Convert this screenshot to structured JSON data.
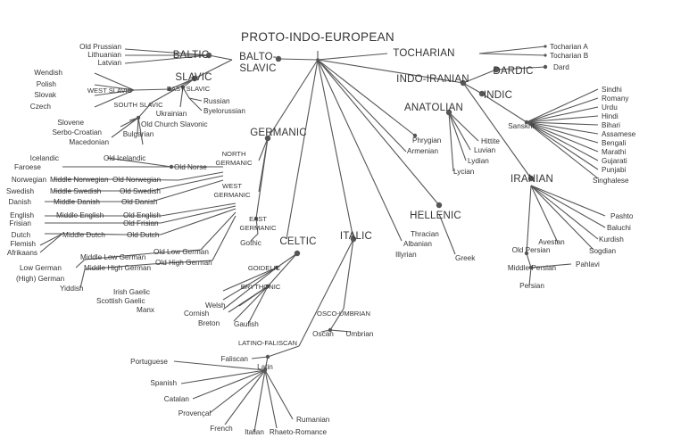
{
  "diagram": {
    "nodes": {
      "pie": "PROTO-INDO-EUROPEAN",
      "baltic": "BALTIC",
      "balto_slavic_1": "BALTO-",
      "balto_slavic_2": "SLAVIC",
      "slavic": "SLAVIC",
      "old_prussian": "Old Prussian",
      "lithuanian": "Lithuanian",
      "latvian": "Latvian",
      "west_slavic": "WEST SLAVIC",
      "wendish": "Wendish",
      "polish": "Polish",
      "slovak": "Slovak",
      "czech": "Czech",
      "east_slavic": "EAST SLAVIC",
      "russian": "Russian",
      "byelorussian": "Byelorussian",
      "ukrainian": "Ukrainian",
      "south_slavic": "SOUTH SLAVIC",
      "slovene": "Slovene",
      "serbo_croatian": "Serbo-Croatian",
      "macedonian": "Macedonian",
      "bulgarian": "Bulgarian",
      "old_church_slavonic": "Old Church Slavonic",
      "tocharian": "TOCHARIAN",
      "tocharian_a": "Tocharian A",
      "tocharian_b": "Tocharian B",
      "dardic": "DARDIC",
      "dard": "Dard",
      "indo_iranian": "INDO-IRANIAN",
      "indic": "INDIC",
      "sanskrit": "Sanskrit",
      "sindhi": "Sindhi",
      "romany": "Romany",
      "urdu": "Urdu",
      "hindi": "Hindi",
      "bihari": "Bihari",
      "assamese": "Assamese",
      "bengali": "Bengali",
      "marathi": "Marathi",
      "gujarati": "Gujarati",
      "punjabi": "Punjabi",
      "singhalese": "Singhalese",
      "iranian": "IRANIAN",
      "pashto": "Pashto",
      "baluchi": "Baluchi",
      "kurdish": "Kurdish",
      "sogdian": "Sogdian",
      "avestan": "Avestan",
      "old_persian": "Old Persian",
      "pahlavi": "Pahlavi",
      "middle_persian": "Middle Persian",
      "persian": "Persian",
      "anatolian": "ANATOLIAN",
      "hittite": "Hittite",
      "luvian": "Luvian",
      "lydian": "Lydian",
      "lycian": "Lycian",
      "phrygian": "Phrygian",
      "armenian": "Armenian",
      "hellenic": "HELLENIC",
      "thracian": "Thracian",
      "albanian": "Albanian",
      "illyrian": "Illyrian",
      "greek": "Greek",
      "germanic": "GERMANIC",
      "north_germanic_1": "NORTH",
      "north_germanic_2": "GERMANIC",
      "west_germanic_1": "WEST",
      "west_germanic_2": "GERMANIC",
      "east_germanic_1": "EAST",
      "east_germanic_2": "GERMANIC",
      "gothic": "Gothic",
      "old_norse": "Old Norse",
      "icelandic": "Icelandic",
      "old_icelandic": "Old Icelandic",
      "faroese": "Faroese",
      "norwegian": "Norwegian",
      "middle_norwegian": "Middle Norwegian",
      "old_norwegian": "Old Norwegian",
      "swedish": "Swedish",
      "middle_swedish": "Middle Swedish",
      "old_swedish": "Old Swedish",
      "danish": "Danish",
      "middle_danish": "Middle Danish",
      "old_danish": "Old Danish",
      "english": "English",
      "middle_english": "Middle English",
      "old_english": "Old English",
      "frisian": "Frisian",
      "old_frisian": "Old Frisian",
      "dutch": "Dutch",
      "flemish": "Flemish",
      "afrikaans": "Afrikaans",
      "middle_dutch": "Middle Dutch",
      "old_dutch": "Old Dutch",
      "old_low_german": "Old Low German",
      "middle_low_german": "Middle Low German",
      "low_german": "Low German",
      "old_high_german": "Old High German",
      "middle_high_german": "Middle High German",
      "high_german": "(High) German",
      "yiddish": "Yiddish",
      "celtic": "CELTIC",
      "goidelic": "GOIDELIC",
      "irish_gaelic": "Irish Gaelic",
      "scottish_gaelic": "Scottish Gaelic",
      "manx": "Manx",
      "brythonic": "BRYTHONIC",
      "welsh": "Welsh",
      "cornish": "Cornish",
      "breton": "Breton",
      "gaulish": "Gaulish",
      "italic": "ITALIC",
      "osco_umbrian": "OSCO-UMBRIAN",
      "oscan": "Oscan",
      "umbrian": "Umbrian",
      "latino_faliscan": "LATINO-FALISCAN",
      "faliscan": "Faliscan",
      "latin": "Latin",
      "portuguese": "Portuguese",
      "spanish": "Spanish",
      "catalan": "Catalan",
      "provencal": "Provençal",
      "french": "French",
      "italian": "Italian",
      "rhaeto_romance": "Rhaeto-Romance",
      "rumanian": "Rumanian"
    }
  }
}
